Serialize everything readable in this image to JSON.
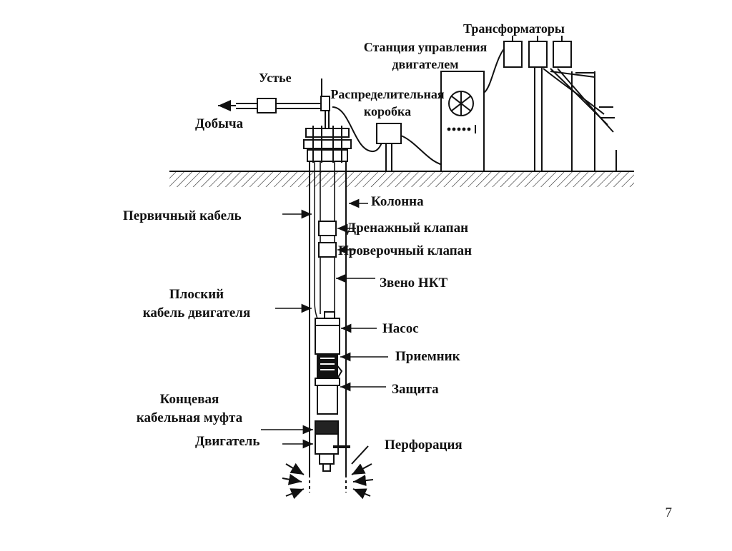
{
  "labels": {
    "transformers": "Трансформаторы",
    "station_line1": "Станция управления",
    "station_line2": "двигателем",
    "wellhead": "Устье",
    "junction_line1": "Распределительная",
    "junction_line2": "коробка",
    "production": "Добыча",
    "casing": "Колонна",
    "primary_cable": "Первичный кабель",
    "drain_valve": "Дренажный клапан",
    "check_valve": "Проверочный клапан",
    "tubing_joint": "Звено НКТ",
    "flat_cable_line1": "Плоский",
    "flat_cable_line2": "кабель двигателя",
    "pump": "Насос",
    "intake": "Приемник",
    "protector": "Защита",
    "end_splice_line1": "Концевая",
    "end_splice_line2": "кабельная муфта",
    "motor": "Двигатель",
    "perforation": "Перфорация"
  },
  "page_number": "7",
  "colors": {
    "ink": "#111111",
    "background": "#ffffff"
  }
}
